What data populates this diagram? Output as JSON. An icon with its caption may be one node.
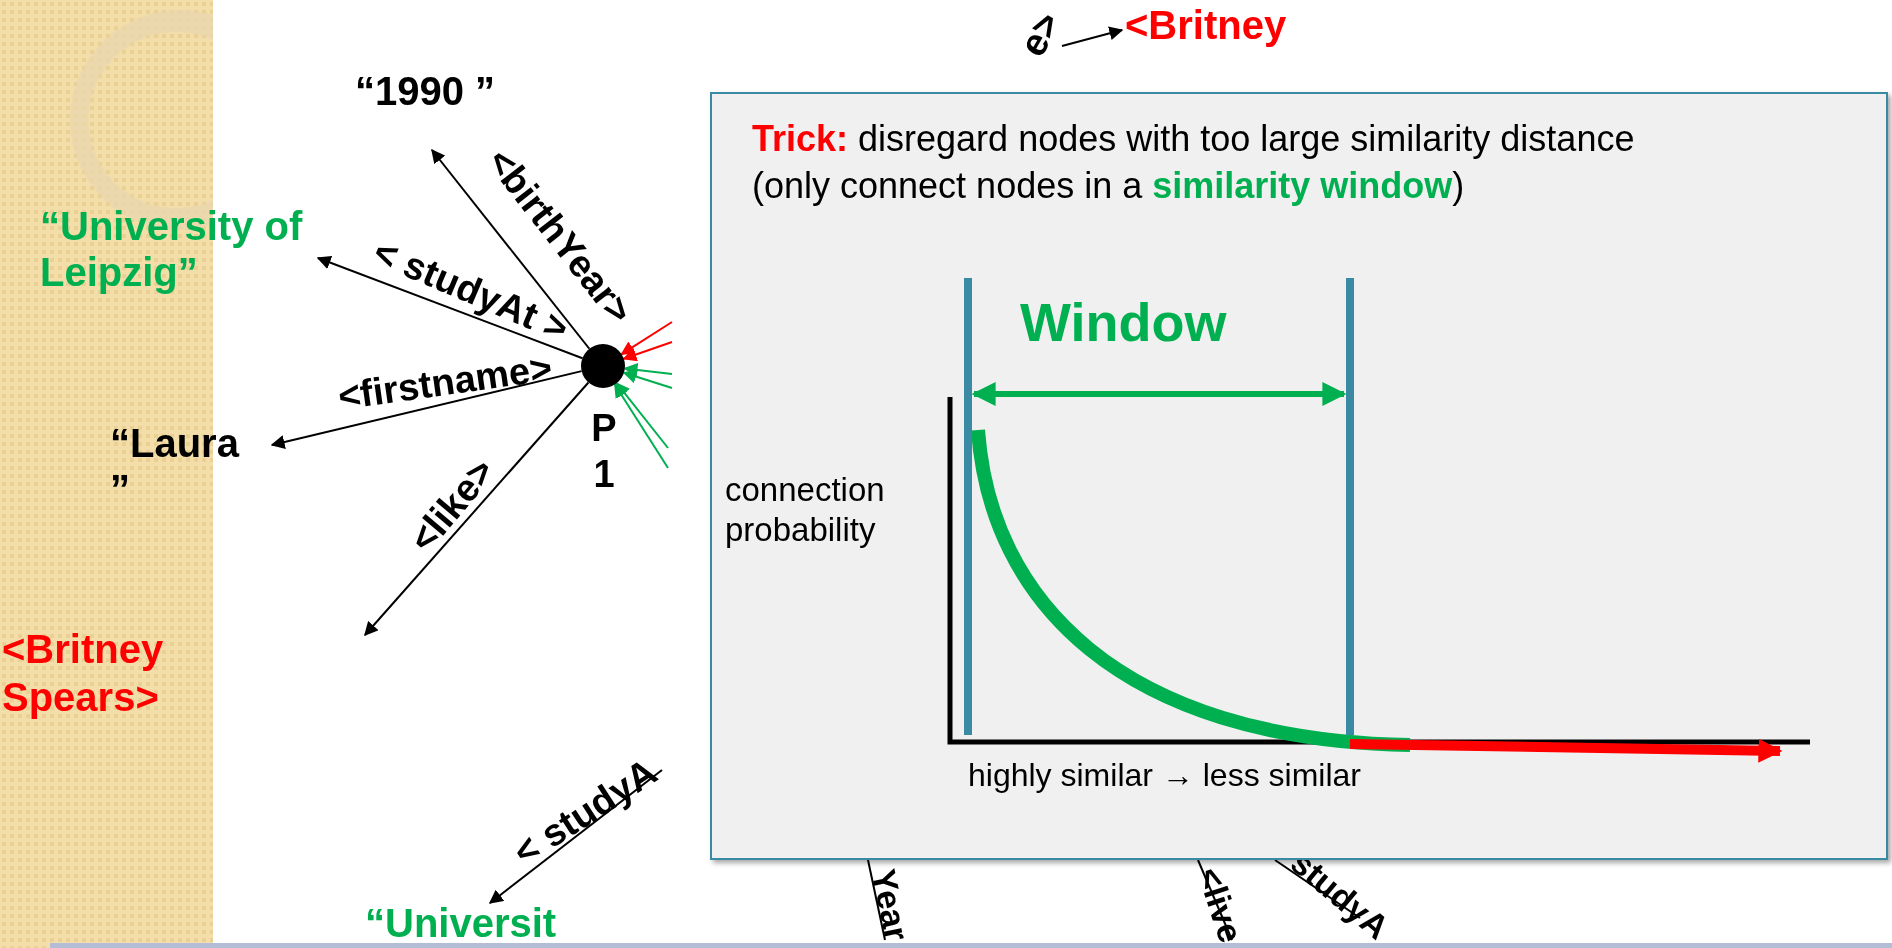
{
  "diagram": {
    "nodes": [
      {
        "text": [],
        "shape": "circle",
        "beside": [
          "P1"
        ]
      },
      {
        "text": [
          "“1990 ”"
        ]
      },
      {
        "text": [
          "“University of Leipzig”"
        ]
      },
      {
        "text": [
          "“Laura ”"
        ]
      },
      {
        "text": [
          "<Britney"
        ]
      },
      {
        "text": [
          "“Universit"
        ]
      },
      {
        "text": [
          "**Trick:** disregard nodes with too large similarity distance (only connect nodes in a **similarity window**)"
        ]
      }
    ],
    "edges": [
      {
        "from": 0,
        "to": 1,
        "arrow": "to",
        "label": "<birthYear>"
      },
      {
        "from": 0,
        "to": 2,
        "arrow": "to",
        "label": "< studyAt >"
      },
      {
        "from": 0,
        "to": 3,
        "arrow": "to",
        "label": "<firstname>"
      },
      {
        "from": 0,
        "to": null,
        "arrow": "to",
        "label": "<like>"
      },
      {
        "from": null,
        "to": 0,
        "arrow": "to",
        "color": "#ff0000"
      },
      {
        "from": null,
        "to": 0,
        "arrow": "to",
        "color": "#ff0000"
      },
      {
        "from": null,
        "to": 0,
        "arrow": "to",
        "color": "#00b050"
      },
      {
        "from": null,
        "to": 0,
        "arrow": "to",
        "color": "#00b050"
      },
      {
        "from": null,
        "to": 0,
        "arrow": "to",
        "color": "#00b050"
      },
      {
        "from": null,
        "to": 0,
        "arrow": "to",
        "color": "#00b050"
      },
      {
        "from": null,
        "to": 4,
        "arrow": "to",
        "label": "e>"
      },
      {
        "from": null,
        "to": 5,
        "arrow": "to",
        "label": "< studyA"
      }
    ],
    "labels": [
      "<Britney Spears>",
      "Window",
      "connection probability",
      "highly similar → less similar",
      "Year",
      "<live",
      "studyA"
    ]
  }
}
